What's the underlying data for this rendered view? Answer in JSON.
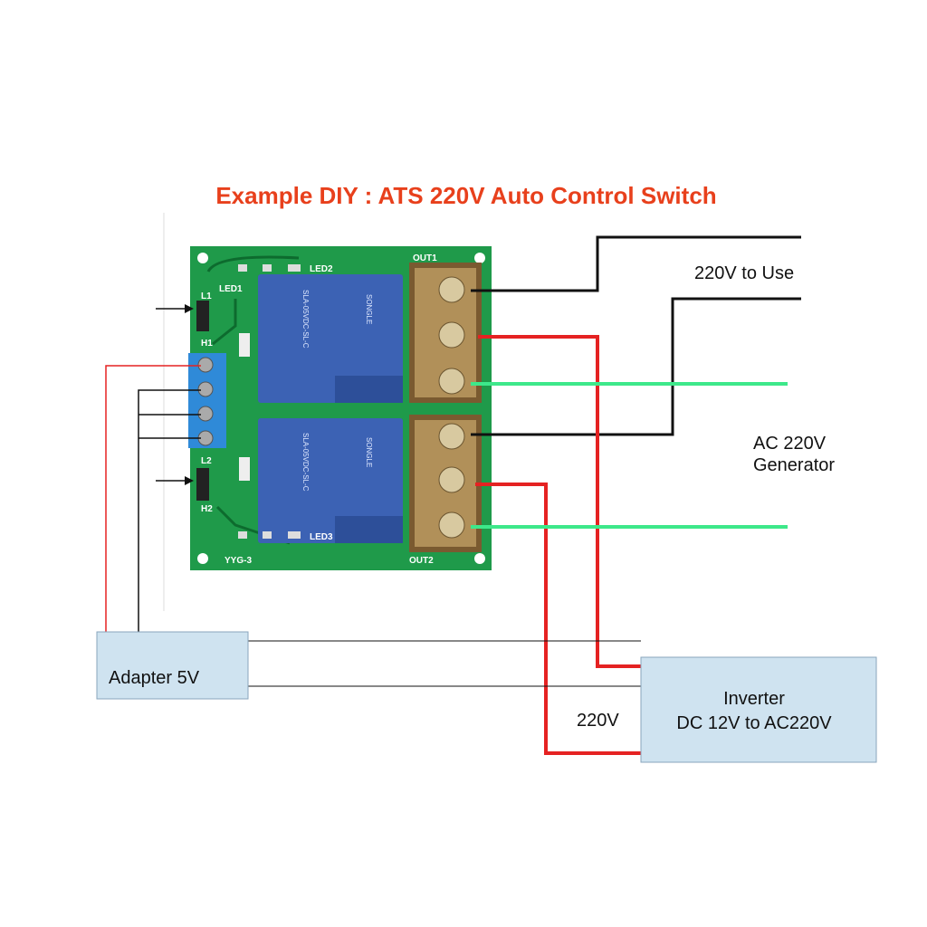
{
  "title": "Example DIY : ATS 220V Auto Control Switch",
  "colors": {
    "title": "#e8401c",
    "board": "#1f9a4a",
    "relay": "#3c62b4",
    "wire_red": "#e52222",
    "wire_green": "#3de88a",
    "wire_black": "#111111",
    "box_fill": "#cfe3f0"
  },
  "labels": {
    "use": "220V to Use",
    "generator_line1": "AC 220V",
    "generator_line2": "Generator",
    "adapter": "Adapter 5V",
    "inverter_line1": "Inverter",
    "inverter_line2": "DC 12V to AC220V",
    "inverter_voltage": "220V"
  },
  "board": {
    "led2": "LED2",
    "led1": "LED1",
    "led3": "LED3",
    "l1": "L1",
    "h1": "H1",
    "l2": "L2",
    "h2": "H2",
    "out1": "OUT1",
    "out2": "OUT2",
    "model": "YYG-3",
    "relay_model": "SLA-05VDC-SL-C",
    "relay_brand": "SONGLE"
  }
}
